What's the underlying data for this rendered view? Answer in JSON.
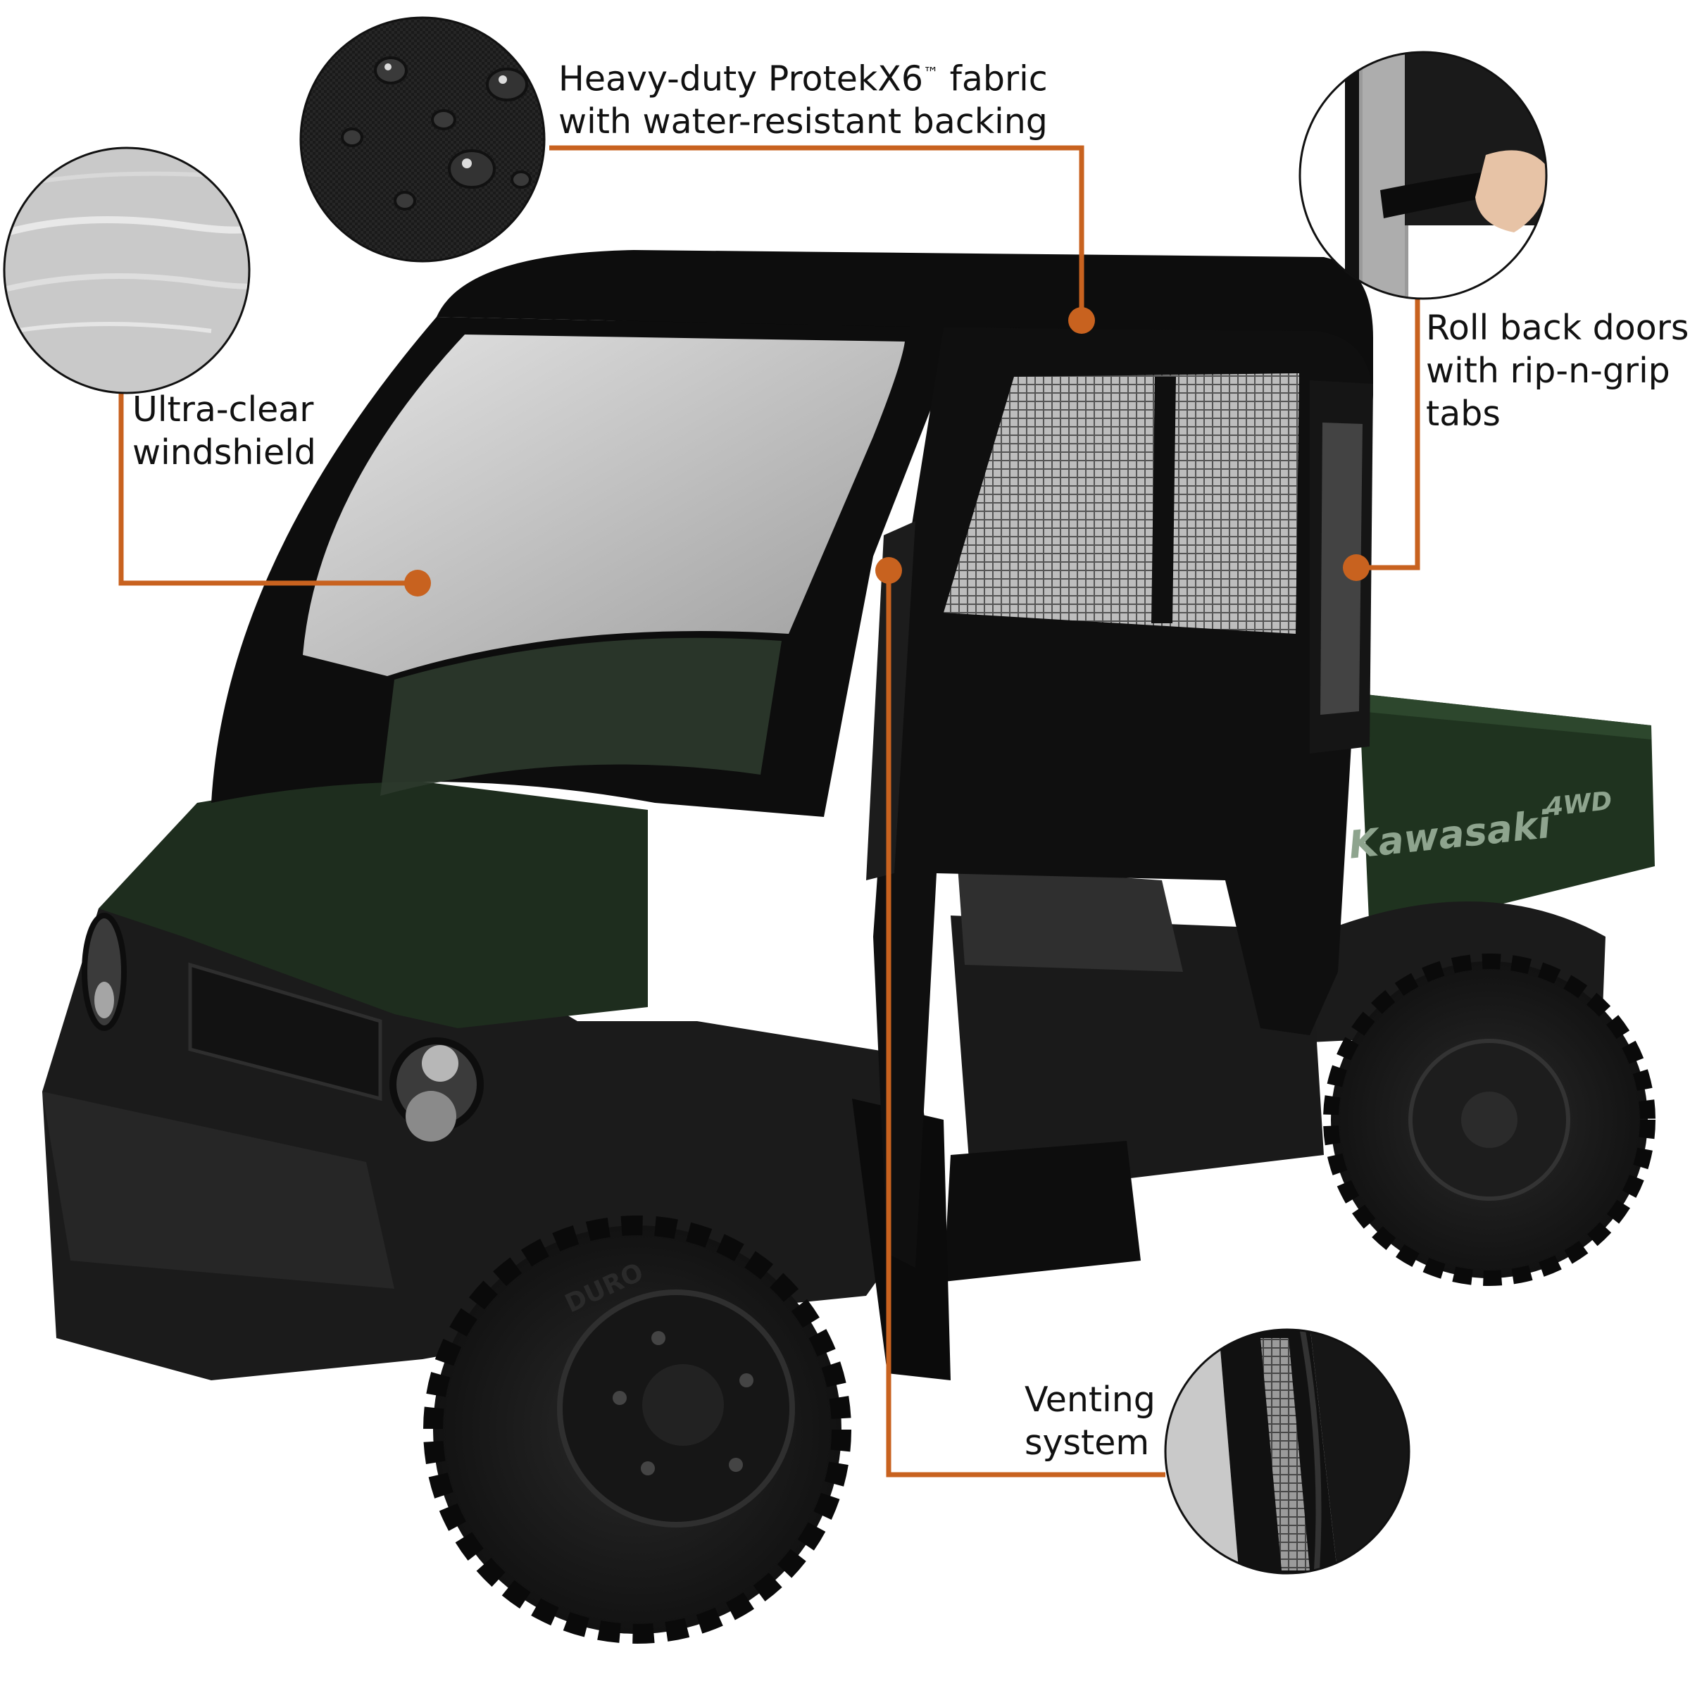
{
  "colors": {
    "accent": "#C8621F",
    "cover": "#0d0d0d",
    "hood": "#1e2d1e",
    "cargo_bed": "#1f331f",
    "background": "#ffffff"
  },
  "callouts": {
    "fabric": {
      "line1_a": "Heavy-duty ProtekX6",
      "tm": "™",
      "line1_b": " fabric",
      "line2": "with water-resistant backing",
      "inset": "fabric-water-droplets-closeup"
    },
    "windshield": {
      "line1": "Ultra-clear",
      "line2": "windshield",
      "inset": "clear-vinyl-closeup"
    },
    "doors": {
      "line1": "Roll back doors",
      "line2": "with rip-n-grip",
      "line3": "tabs",
      "inset": "door-strap-closeup"
    },
    "venting": {
      "line1": "Venting",
      "line2": "system",
      "inset": "vent-mesh-closeup"
    }
  },
  "vehicle": {
    "brand_text": "Kawasaki",
    "badge_text": "4WD",
    "tire_text": "DURO"
  }
}
